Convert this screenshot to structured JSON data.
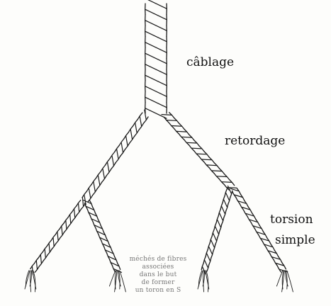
{
  "labels": {
    "cablage": "câblage",
    "retordage": "retordage",
    "torsion": "torsion",
    "simple": "simple"
  },
  "note_lines": [
    "méchés de fibres",
    "associées",
    "dans le but",
    "de former",
    "un toron en S"
  ],
  "colors": {
    "ink": "#1a1a1a",
    "paper": "#fdfdfb",
    "note": "#777777"
  }
}
